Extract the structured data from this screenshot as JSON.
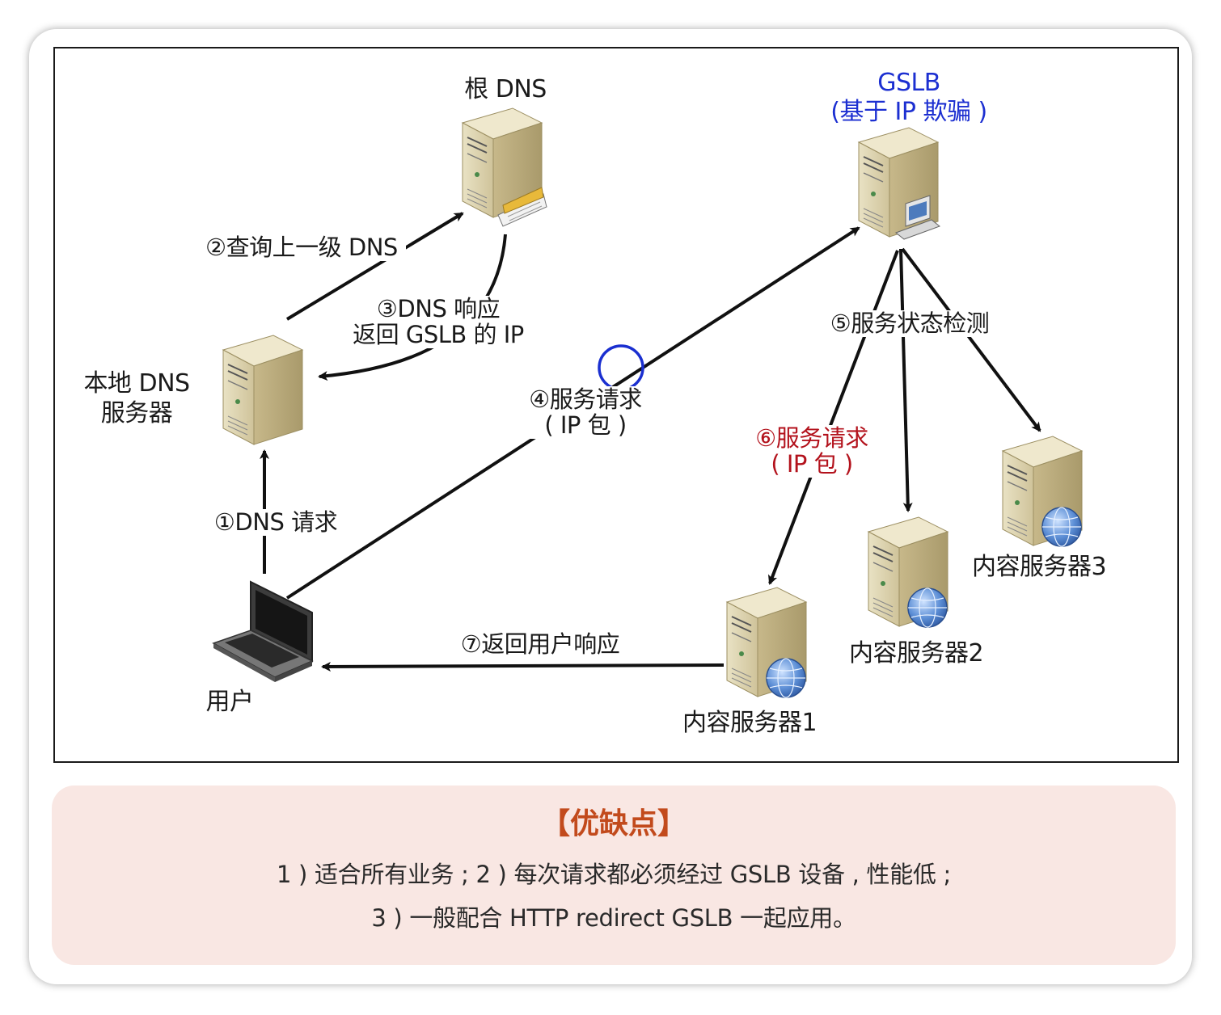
{
  "diagram": {
    "nodes": {
      "root_dns": {
        "label": "根 DNS",
        "icon": "server-printer-icon"
      },
      "gslb": {
        "label_line1": "GSLB",
        "label_line2": "(基于 IP 欺骗 )",
        "icon": "server-workstation-icon",
        "color": "#1c2fd1"
      },
      "local_dns": {
        "label_line1": "本地 DNS",
        "label_line2": "服务器",
        "icon": "server-icon"
      },
      "user": {
        "label": "用户",
        "icon": "laptop-icon"
      },
      "content1": {
        "label": "内容服务器1",
        "icon": "server-globe-icon"
      },
      "content2": {
        "label": "内容服务器2",
        "icon": "server-globe-icon"
      },
      "content3": {
        "label": "内容服务器3",
        "icon": "server-globe-icon"
      }
    },
    "edges": {
      "step1": {
        "label": "①DNS 请求"
      },
      "step2": {
        "label": "②查询上一级 DNS"
      },
      "step3": {
        "label_line1": "③DNS 响应",
        "label_line2": "返回 GSLB 的 IP"
      },
      "step4": {
        "label_line1": "④服务请求",
        "label_line2": "( IP 包 )"
      },
      "step5": {
        "label": "⑤服务状态检测"
      },
      "step6": {
        "label_line1": "⑥服务请求",
        "label_line2": "( IP 包 )",
        "color": "#b3121c"
      },
      "step7": {
        "label": "⑦返回用户响应"
      }
    }
  },
  "note": {
    "title": "【优缺点】",
    "line1": "1 ) 适合所有业务 ; 2 ) 每次请求都必须经过 GSLB 设备 , 性能低 ;",
    "line2": "3 ) 一般配合 HTTP redirect GSLB 一起应用。"
  }
}
